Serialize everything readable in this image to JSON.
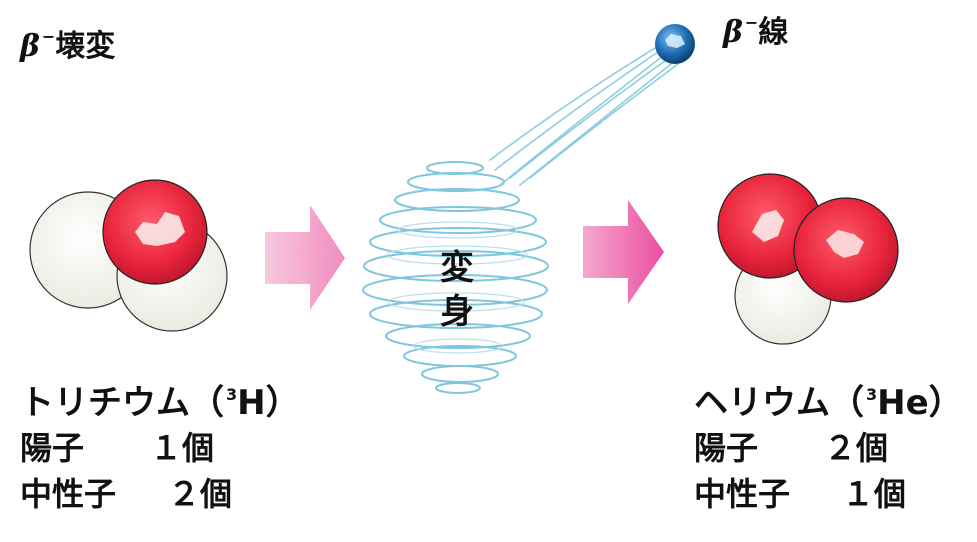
{
  "title": {
    "symbol": "β",
    "charge": "−",
    "text": "壊変"
  },
  "emission": {
    "symbol": "β",
    "charge": "−",
    "text": "線"
  },
  "process": {
    "line1": "変",
    "line2": "身"
  },
  "left": {
    "name": "トリチウム",
    "formula_open": "（",
    "mass": "3",
    "element": "H",
    "formula_close": "）",
    "proton_label": "陽子",
    "proton_count": "１個",
    "neutron_label": "中性子",
    "neutron_count": "２個"
  },
  "right": {
    "name": "ヘリウム",
    "formula_open": "（",
    "mass": "3",
    "element": "He",
    "formula_close": "）",
    "proton_label": "陽子",
    "proton_count": "２個",
    "neutron_label": "中性子",
    "neutron_count": "１個"
  },
  "colors": {
    "proton": "#e8243c",
    "neutron": "#f3f2ea",
    "arrow": "#f4a6cc",
    "swirl": "#7fc6de",
    "electron": "#1f6fb5"
  }
}
